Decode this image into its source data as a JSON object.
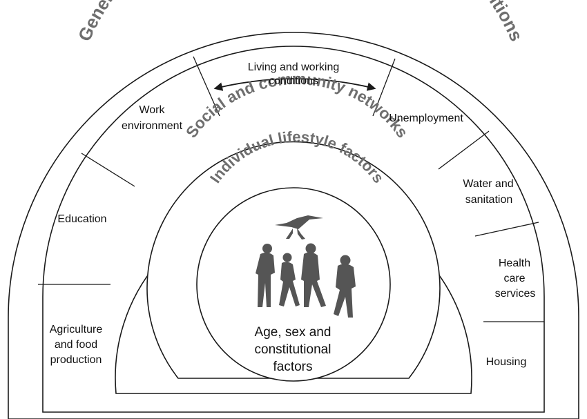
{
  "layers": {
    "outer_title": "General socioeconomic, cultural and environmental conditions",
    "social_title": "Social and community networks",
    "lifestyle_title": "Individual lifestyle factors"
  },
  "segments": {
    "living": [
      "Living and working",
      "conditions"
    ],
    "work": [
      "Work",
      "environment"
    ],
    "unemployment": [
      "Unemployment"
    ],
    "education": [
      "Education"
    ],
    "water": [
      "Water and",
      "sanitation"
    ],
    "health": [
      "Health",
      "care",
      "services"
    ],
    "agriculture": [
      "Agriculture",
      "and food",
      "production"
    ],
    "housing": [
      "Housing"
    ]
  },
  "core": {
    "lines": [
      "Age, sex and",
      "constitutional",
      "factors"
    ],
    "icons": [
      "pterosaur-icon",
      "people-silhouettes-icon"
    ]
  },
  "colors": {
    "ring_fill": "#ffffff",
    "outline": "#1a1a1a",
    "title_text": "#6e6e6e",
    "silhouette": "#555555"
  }
}
